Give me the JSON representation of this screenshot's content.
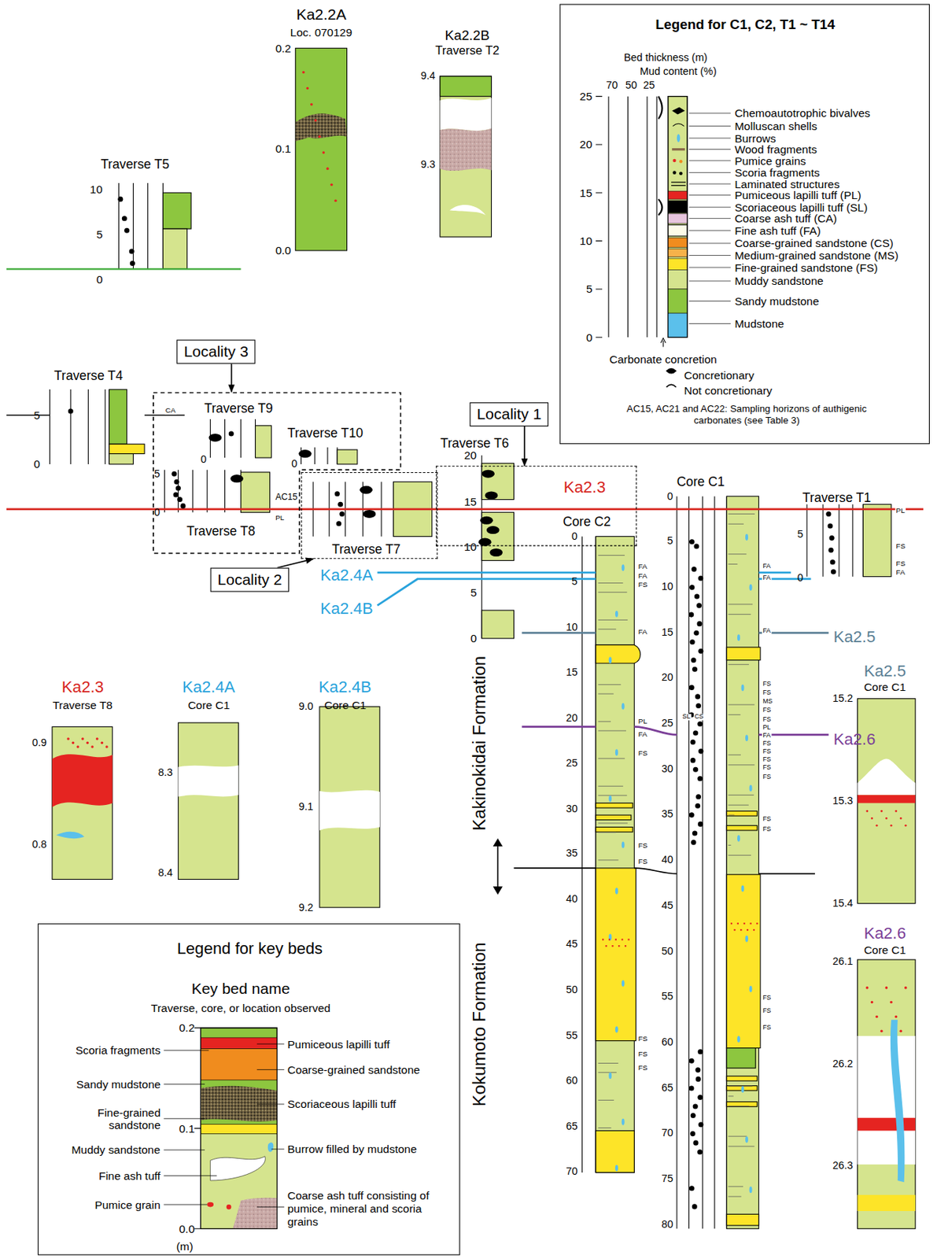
{
  "diagram": {
    "nodes": [
      {
        "text": [
          "Legend for C1, C2, T1 ~ T14"
        ]
      },
      {
        "text": [
          "Legend for key beds"
        ]
      },
      {
        "text": [
          "Locality 3"
        ]
      },
      {
        "text": [
          "Traverse T9",
          "Traverse T10",
          "Traverse T8"
        ]
      },
      {
        "text": [
          "Locality 2"
        ]
      },
      {
        "text": [
          "Traverse T7"
        ]
      },
      {
        "text": [
          "Locality 1"
        ]
      },
      {
        "text": [
          "Traverse T6"
        ]
      }
    ],
    "edges": [
      {
        "from": 2,
        "to": 3,
        "arrow": "to"
      },
      {
        "from": 4,
        "to": 5,
        "arrow": "to"
      },
      {
        "from": 6,
        "to": 7,
        "arrow": "to"
      }
    ],
    "labels": [
      "Ka2.2A",
      "Loc. 070129",
      "0.2",
      "0.1",
      "0.0",
      "Ka2.2B",
      "Traverse T2",
      "9.4",
      "9.3",
      "Traverse T5",
      "10",
      "5",
      "0",
      "Bed thickness (m)",
      "Mud content (%)",
      "70",
      "50",
      "25",
      "25",
      "20",
      "15",
      "10",
      "5",
      "0",
      "AC15, AC21 and AC22: Sampling horizons of authigenic carbonates (see Table 3)",
      "Traverse T4",
      "5",
      "0",
      "CA",
      "0",
      "0",
      "5",
      "0",
      "AC15",
      "PL",
      "20",
      "15",
      "10",
      "5",
      "0",
      "Ka2.3",
      "Core C2",
      "Core C1",
      "Traverse T1",
      "5",
      "0",
      "PL",
      "FS",
      "FS",
      "FA",
      "Ka2.4A",
      "Ka2.4B",
      "Ka2.5",
      "Ka2.6",
      "Kakinokidai Formation",
      "Kokumoto Formation",
      "0",
      "5",
      "10",
      "15",
      "20",
      "25",
      "30",
      "35",
      "40",
      "45",
      "50",
      "55",
      "60",
      "65",
      "70",
      "0",
      "5",
      "10",
      "15",
      "20",
      "25",
      "30",
      "35",
      "40",
      "45",
      "50",
      "55",
      "60",
      "65",
      "70",
      "75",
      "80",
      "FA",
      "FA",
      "FS",
      "FA",
      "PL",
      "FA",
      "FS",
      "FS",
      "FS",
      "FS",
      "FS",
      "FS",
      "FA",
      "FA",
      "FA",
      "FS",
      "FS",
      "MS",
      "FS",
      "FS",
      "PL",
      "FA",
      "FS",
      "FS",
      "FS",
      "FS",
      "FS",
      "FS",
      "FS",
      "FS",
      "FS",
      "FS",
      "SL",
      "CS",
      "Ka2.3",
      "Traverse T8",
      "0.9",
      "0.8",
      "Ka2.4A",
      "Core C1",
      "8.3",
      "8.4",
      "Ka2.4B",
      "Core C1",
      "9.0",
      "9.1",
      "9.2",
      "Ka2.5",
      "Core C1",
      "15.2",
      "15.3",
      "15.4",
      "Ka2.6",
      "Core C1",
      "26.1",
      "26.2",
      "26.3",
      "Key bed name",
      "Traverse, core, or location observed",
      "0.2",
      "0.1",
      "0.0",
      "(m)"
    ],
    "legend": [
      {
        "text": "Chemoautotrophic bivalves"
      },
      {
        "text": "Molluscan shells"
      },
      {
        "text": "Burrows"
      },
      {
        "text": "Wood fragments"
      },
      {
        "text": "Pumice grains"
      },
      {
        "text": "Scoria fragments"
      },
      {
        "text": "Laminated structures"
      },
      {
        "text": "Pumiceous lapilli tuff (PL)",
        "color": "#e52421"
      },
      {
        "text": "Scoriaceous lapilli tuff (SL)"
      },
      {
        "text": "Coarse ash tuff (CA)",
        "color": "#e8c6dd"
      },
      {
        "text": "Fine ash tuff (FA)"
      },
      {
        "text": "Coarse-grained sandstone (CS)",
        "color": "#f08c1e"
      },
      {
        "text": "Medium-grained sandstone (MS)",
        "color": "#f6b24a"
      },
      {
        "text": "Fine-grained sandstone (FS)",
        "color": "#fde428"
      },
      {
        "text": "Muddy sandstone",
        "color": "#d5e48e"
      },
      {
        "text": "Sandy mudstone",
        "color": "#8dc63f"
      },
      {
        "text": "Mudstone",
        "color": "#5bc0eb"
      },
      {
        "text": "Carbonate concretion"
      },
      {
        "text": "Concretionary"
      },
      {
        "text": "Not concretionary"
      },
      {
        "text": "Scoria fragments"
      },
      {
        "text": "Sandy mudstone",
        "color": "#8dc63f"
      },
      {
        "text": "Fine-grained sandstone",
        "color": "#fde428"
      },
      {
        "text": "Muddy sandstone",
        "color": "#d5e48e"
      },
      {
        "text": "Fine ash tuff"
      },
      {
        "text": "Pumice grain"
      },
      {
        "text": "Pumiceous lapilli tuff",
        "color": "#e52421"
      },
      {
        "text": "Coarse-grained sandstone",
        "color": "#f08c1e"
      },
      {
        "text": "Scoriaceous lapilli tuff"
      },
      {
        "text": "Burrow filled by mudstone"
      },
      {
        "text": "Coarse ash tuff consisting of pumice, mineral and scoria grains"
      }
    ]
  }
}
